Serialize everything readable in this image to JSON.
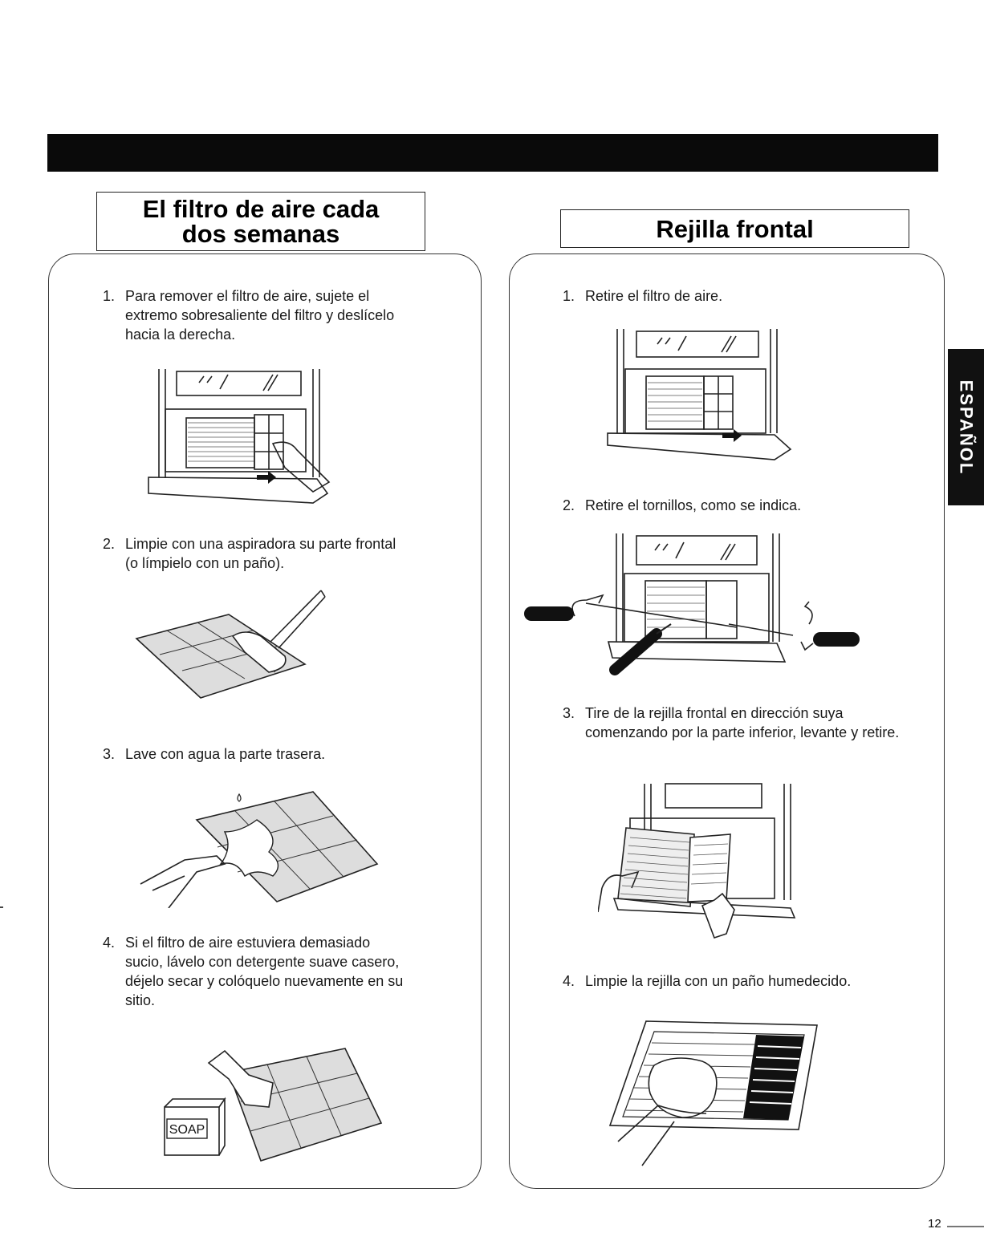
{
  "left": {
    "title_line1": "El filtro de aire cada",
    "title_line2": "dos semanas",
    "steps": [
      {
        "num": "1.",
        "text": "Para remover el filtro de aire, sujete el extremo sobresaliente del filtro y deslícelo hacia la derecha."
      },
      {
        "num": "2.",
        "text": "Limpie con una aspiradora su parte frontal (o límpielo con un paño)."
      },
      {
        "num": "3.",
        "text": "Lave con agua la parte trasera."
      },
      {
        "num": "4.",
        "text": "Si el filtro de aire estuviera demasiado sucio, lávelo con detergente suave casero, déjelo secar y colóquelo nuevamente en su sitio."
      }
    ],
    "soap_label": "SOAP"
  },
  "right": {
    "title": "Rejilla frontal",
    "steps": [
      {
        "num": "1.",
        "text": "Retire el filtro de aire."
      },
      {
        "num": "2.",
        "text": "Retire el tornillos, como se indica."
      },
      {
        "num": "3.",
        "text": "Tire de la rejilla frontal en dirección suya comenzando por la parte inferior, levante y retire."
      },
      {
        "num": "4.",
        "text": "Limpie la rejilla con un paño humedecido."
      }
    ]
  },
  "side_tab": "ESPAÑOL",
  "page_number": "12",
  "icons": {
    "fig_left_1": "window-unit-filter-slide-illustration",
    "fig_left_2": "vacuum-filter-illustration",
    "fig_left_3": "water-rinse-filter-illustration",
    "fig_left_4": "soap-wash-filter-illustration",
    "fig_right_1": "remove-filter-illustration",
    "fig_right_2": "screwdriver-screws-illustration",
    "fig_right_3": "pull-grille-illustration",
    "fig_right_4": "wipe-grille-illustration"
  }
}
